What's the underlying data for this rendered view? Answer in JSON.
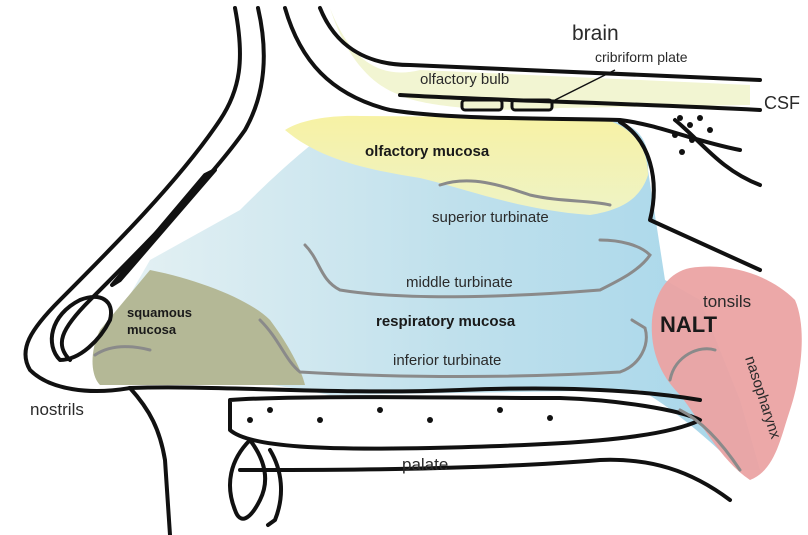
{
  "labels": {
    "brain": "brain",
    "cribriform_plate": "cribriform plate",
    "olfactory_bulb": "olfactory bulb",
    "csf": "CSF",
    "olfactory_mucosa": "olfactory mucosa",
    "superior_turbinate": "superior  turbinate",
    "middle_turbinate": "middle turbinate",
    "tonsils": "tonsils",
    "squamous_mucosa_line1": "squamous",
    "squamous_mucosa_line2": "mucosa",
    "respiratory_mucosa": "respiratory mucosa",
    "nalt": "NALT",
    "inferior_turbinate": "inferior turbinate",
    "nasopharynx": "nasopharynx",
    "nostrils": "nostrils",
    "palate": "palate"
  },
  "colors": {
    "olfactory_mucosa": "#f3efa6",
    "respiratory_mucosa": "#bfe0ec",
    "squamous_mucosa": "#b4b896",
    "nalt": "#eba3a3",
    "brain_strip": "#f2f5d2",
    "outline": "#111111",
    "turbinate": "#8a8a8a"
  }
}
